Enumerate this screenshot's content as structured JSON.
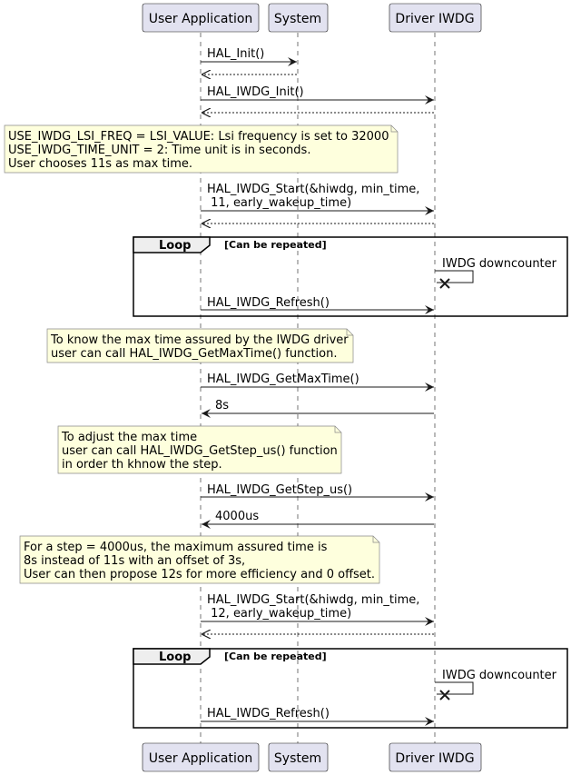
{
  "participants": {
    "user_app": "User Application",
    "system": "System",
    "driver": "Driver IWDG"
  },
  "messages": {
    "m1": "HAL_Init()",
    "m2": "HAL_IWDG_Init()",
    "m3_line1": "HAL_IWDG_Start(&hiwdg, min_time,",
    "m3_line2": " 11, early_wakeup_time)",
    "self1": "IWDG downcounter",
    "refresh1": "HAL_IWDG_Refresh()",
    "m4": "HAL_IWDG_GetMaxTime()",
    "r4": "8s",
    "m5": "HAL_IWDG_GetStep_us()",
    "r5": "4000us",
    "m6_line1": "HAL_IWDG_Start(&hiwdg, min_time,",
    "m6_line2": " 12, early_wakeup_time)",
    "self2": "IWDG downcounter",
    "refresh2": "HAL_IWDG_Refresh()"
  },
  "notes": {
    "n1": [
      "USE_IWDG_LSI_FREQ  = LSI_VALUE: Lsi frequency is set to 32000",
      "USE_IWDG_TIME_UNIT = 2: Time unit is in seconds.",
      "User chooses 11s as max time."
    ],
    "n2": [
      "To know the max time assured by the IWDG driver",
      "user can call HAL_IWDG_GetMaxTime() function."
    ],
    "n3": [
      "To adjust the max time",
      "user can call HAL_IWDG_GetStep_us() function",
      "in order th khnow the step."
    ],
    "n4": [
      "For a step = 4000us, the maximum assured time is",
      "8s instead of 11s with an offset of 3s,",
      "User can then propose 12s for more efficiency and 0 offset."
    ]
  },
  "loops": {
    "loop1": {
      "title": "Loop",
      "condition": "[Can be repeated]"
    },
    "loop2": {
      "title": "Loop",
      "condition": "[Can be repeated]"
    }
  }
}
